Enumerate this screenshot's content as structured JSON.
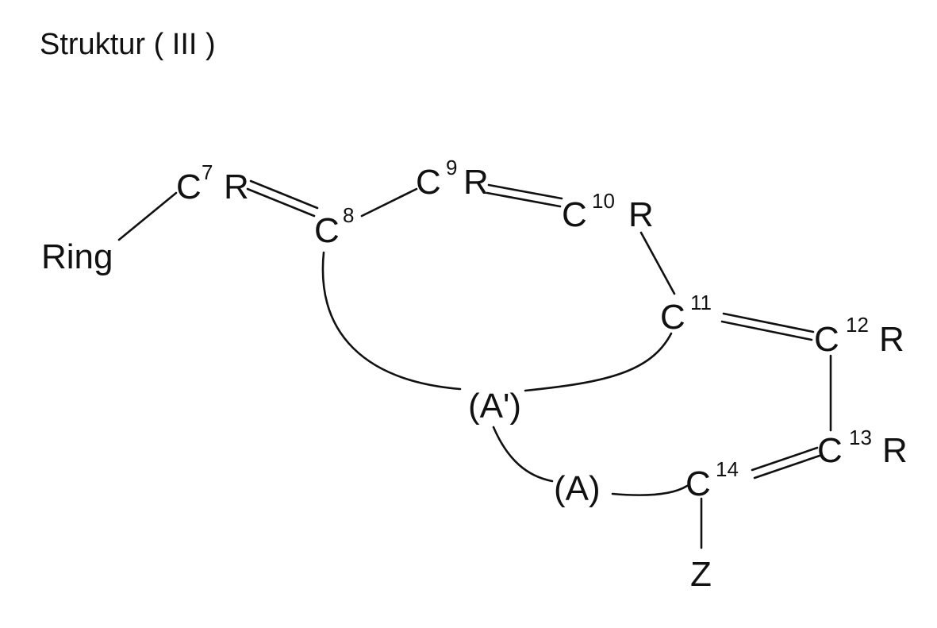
{
  "title": "Struktur ( III )",
  "labels": {
    "ring": "Ring",
    "c7": {
      "atom": "C",
      "num": "7",
      "sub": "R"
    },
    "c8": {
      "atom": "C",
      "num": "8"
    },
    "c9": {
      "atom": "C",
      "num": "9",
      "sub": "R"
    },
    "c10": {
      "atom": "C",
      "num": "10",
      "sub": "R"
    },
    "c11": {
      "atom": "C",
      "num": "11"
    },
    "c12": {
      "atom": "C",
      "num": "12",
      "sub": "R"
    },
    "c13": {
      "atom": "C",
      "num": "13",
      "sub": "R"
    },
    "c14": {
      "atom": "C",
      "num": "14"
    },
    "a_prime": "(A')",
    "a": "(A)",
    "z": "Z"
  }
}
